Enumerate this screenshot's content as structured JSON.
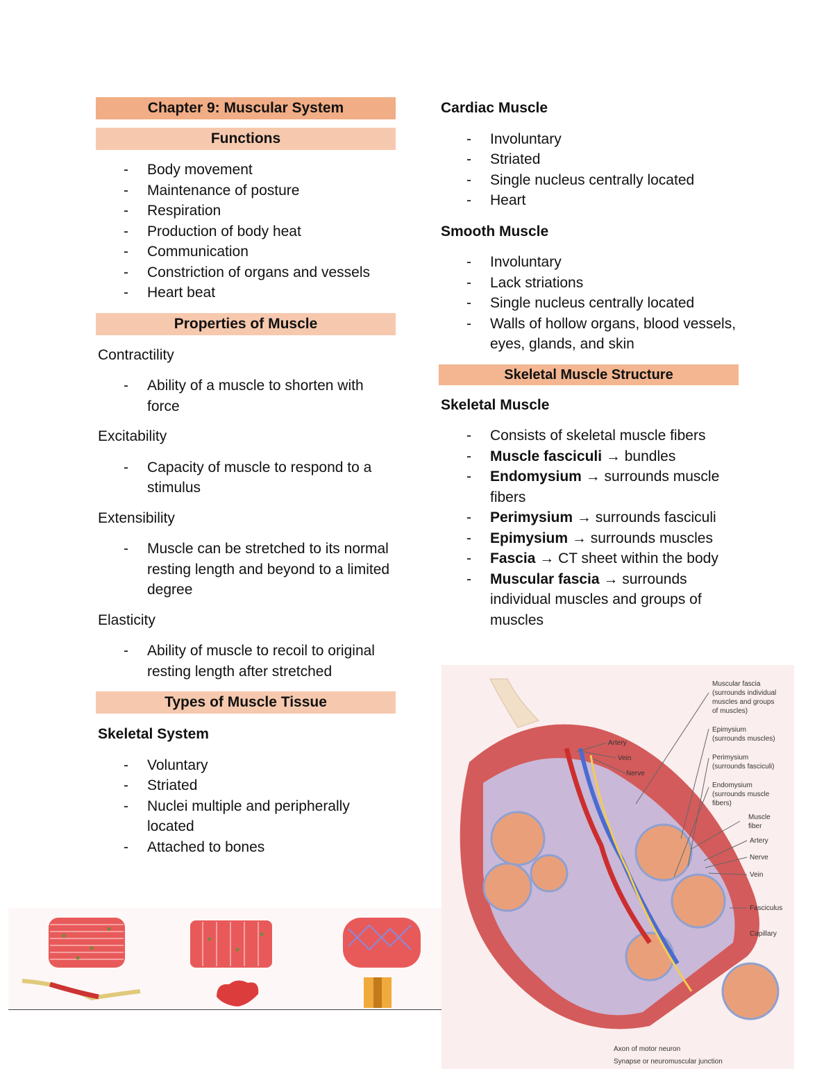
{
  "left": {
    "chapter_title": "Chapter 9: Muscular System",
    "functions_heading": "Functions",
    "functions": [
      "Body movement",
      "Maintenance of posture",
      "Respiration",
      "Production of body heat",
      "Communication",
      "Constriction of organs and vessels",
      "Heart beat"
    ],
    "properties_heading": "Properties of Muscle",
    "properties": [
      {
        "name": "Contractility",
        "desc": "Ability of a muscle to shorten with force"
      },
      {
        "name": "Excitability",
        "desc": "Capacity of muscle to respond to a stimulus"
      },
      {
        "name": "Extensibility",
        "desc": "Muscle can be stretched to its normal resting length and beyond to a limited degree"
      },
      {
        "name": "Elasticity",
        "desc": "Ability of muscle to recoil to original resting length after stretched"
      }
    ],
    "types_heading": "Types of Muscle Tissue",
    "skeletal_heading": "Skeletal System",
    "skeletal_items": [
      "Voluntary",
      "Striated",
      "Nuclei multiple and peripherally located",
      "Attached to bones"
    ]
  },
  "right": {
    "cardiac_heading": "Cardiac Muscle",
    "cardiac_items": [
      "Involuntary",
      "Striated",
      "Single nucleus centrally located",
      "Heart"
    ],
    "smooth_heading": "Smooth Muscle",
    "smooth_items": [
      "Involuntary",
      "Lack striations",
      "Single nucleus centrally located",
      "Walls of hollow organs, blood vessels, eyes, glands, and skin"
    ],
    "structure_heading": "Skeletal Muscle Structure",
    "skeletal_muscle_heading": "Skeletal Muscle",
    "first_item": "Consists of skeletal muscle fibers",
    "terms": [
      {
        "term": "Muscle fasciculi",
        "def": "→ bundles"
      },
      {
        "term": "Endomysium",
        "def": "→ surrounds muscle fibers"
      },
      {
        "term": "Perimysium",
        "def": "→ surrounds fasciculi"
      },
      {
        "term": "Epimysium",
        "def": "→ surrounds muscles"
      },
      {
        "term": "Fascia",
        "def": "→ CT sheet within the body"
      },
      {
        "term": "Muscular fascia",
        "def": "→ surrounds individual muscles and groups of muscles"
      }
    ]
  },
  "figure": {
    "labels": {
      "muscular_fascia": [
        "Muscular fascia",
        "(surrounds individual",
        "muscles and groups",
        "of muscles)"
      ],
      "epimysium": [
        "Epimysium",
        "(surrounds muscles)"
      ],
      "perimysium": [
        "Perimysium",
        "(surrounds fasciculi)"
      ],
      "endomysium": [
        "Endomysium",
        "(surrounds muscle",
        "fibers)"
      ],
      "muscle_fiber": [
        "Muscle",
        "fiber"
      ],
      "artery_right": "Artery",
      "nerve_right": "Nerve",
      "vein_right": "Vein",
      "fasciculus": "Fasciculus",
      "capillary": "Capillary",
      "artery_left": "Artery",
      "vein_left": "Vein",
      "nerve_left": "Nerve",
      "axon": "Axon of motor neuron",
      "synapse": "Synapse or neuromuscular junction"
    }
  },
  "colors": {
    "band_dark": "#f1ad85",
    "band_light": "#f6c9ae",
    "muscle_red": "#d94a4a",
    "fascicle": "#e9a07a"
  }
}
